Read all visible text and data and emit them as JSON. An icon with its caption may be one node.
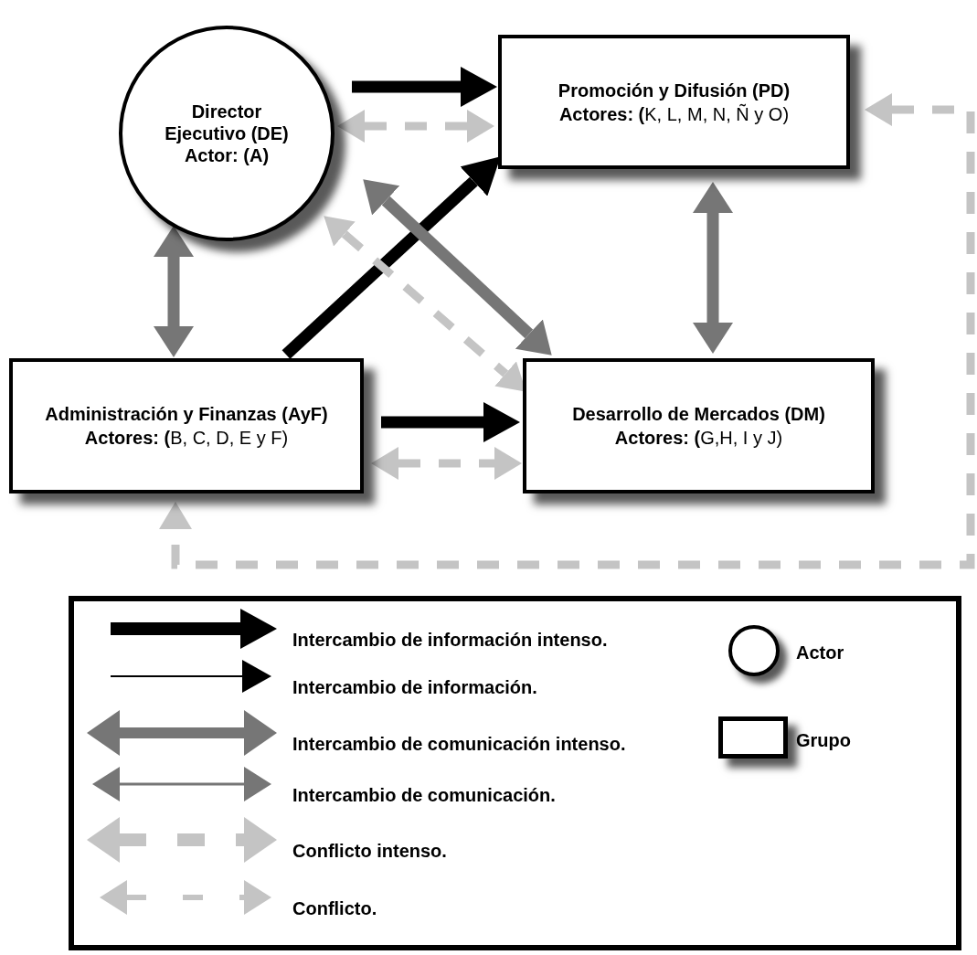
{
  "diagram": {
    "nodes": [
      {
        "text": [
          "Director Ejecutivo (DE)",
          "Actor: (A)"
        ]
      },
      {
        "text": [
          "Promoción y Difusión (PD)",
          "**Actores: (**K, L, M, N, Ñ y O)"
        ]
      },
      {
        "text": [
          "Administración y Finanzas (AyF)",
          "**Actores: (**B, C, D, E y F)"
        ]
      },
      {
        "text": [
          "Desarrollo de Mercados (DM)",
          "**Actores: (**G,H, I y J)"
        ]
      }
    ],
    "edges": [
      {
        "from": 0,
        "to": 1,
        "arrow": "to",
        "color": "#000000"
      },
      {
        "from": 0,
        "to": 1,
        "arrow": "both",
        "style": "dashed",
        "color": "#c4c4c4"
      },
      {
        "from": 2,
        "to": 1,
        "arrow": "to",
        "color": "#000000"
      },
      {
        "from": 0,
        "to": 3,
        "arrow": "both",
        "color": "#767676"
      },
      {
        "from": 0,
        "to": 3,
        "arrow": "both",
        "style": "dashed",
        "color": "#c4c4c4"
      },
      {
        "from": 0,
        "to": 2,
        "arrow": "both",
        "color": "#767676"
      },
      {
        "from": 1,
        "to": 3,
        "arrow": "both",
        "color": "#767676"
      },
      {
        "from": 2,
        "to": 3,
        "arrow": "to",
        "color": "#000000"
      },
      {
        "from": 2,
        "to": 3,
        "arrow": "both",
        "style": "dashed",
        "color": "#c4c4c4"
      },
      {
        "from": 1,
        "to": 2,
        "arrow": "both",
        "style": "dashed",
        "color": "#c4c4c4"
      }
    ],
    "legend": [
      {
        "text": "Intercambio de información intenso."
      },
      {
        "text": "Intercambio de información."
      },
      {
        "text": "Intercambio de comunicación intenso."
      },
      {
        "text": "Intercambio de comunicación."
      },
      {
        "text": "Conflicto intenso."
      },
      {
        "text": "Conflicto."
      },
      {
        "text": "Actor"
      },
      {
        "text": "Grupo"
      }
    ]
  }
}
